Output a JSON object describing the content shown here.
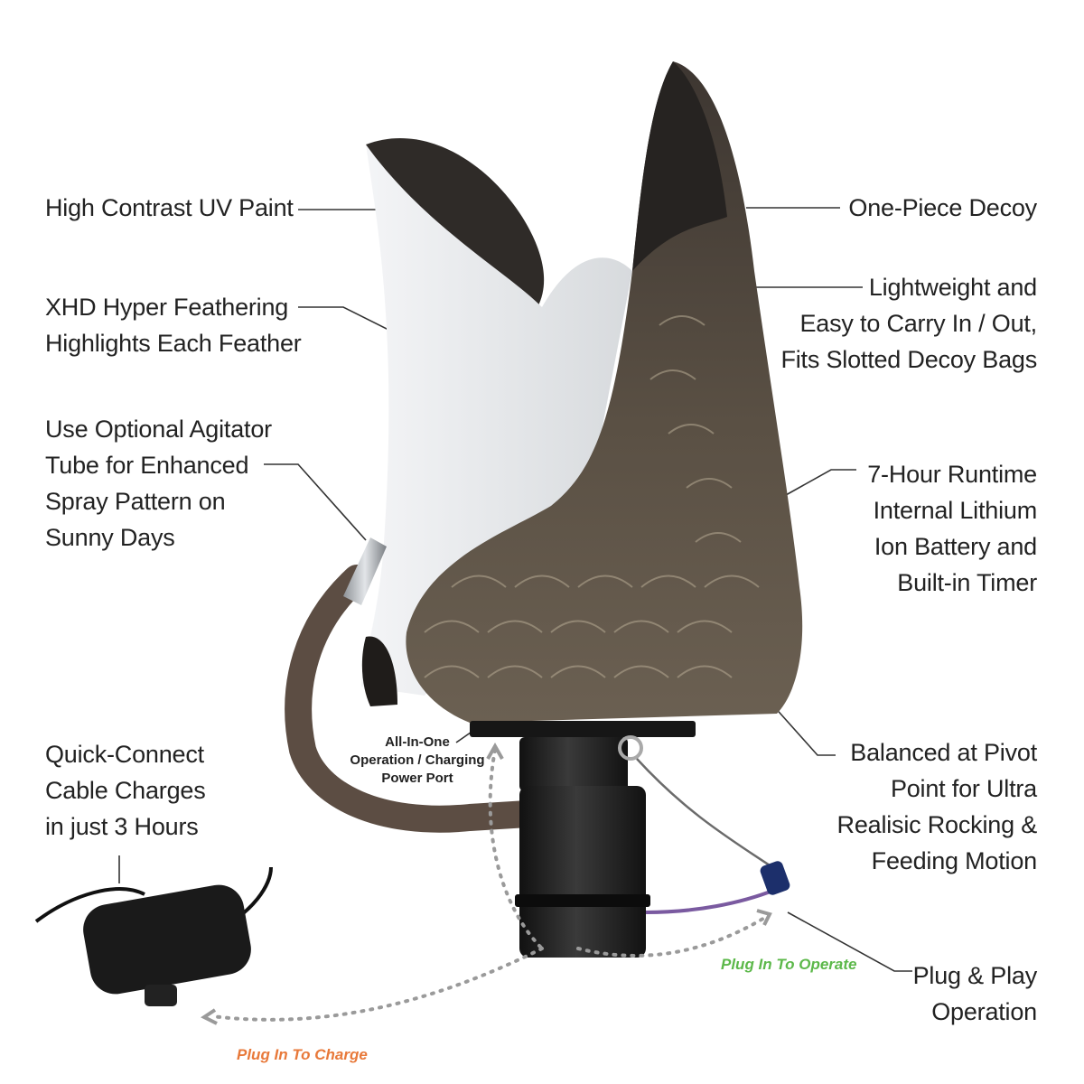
{
  "callouts": {
    "uv_paint": "High Contrast UV Paint",
    "hyper_feathering": "XHD Hyper Feathering\nHighlights Each Feather",
    "agitator_tube": "Use Optional Agitator\nTube for Enhanced\nSpray Pattern on\nSunny Days",
    "quick_connect": "Quick-Connect\nCable Charges\nin just 3 Hours",
    "one_piece": "One-Piece Decoy",
    "lightweight": "Lightweight and\nEasy to Carry In / Out,\nFits Slotted Decoy Bags",
    "runtime": "7-Hour Runtime\nInternal Lithium\nIon Battery and\nBuilt-in Timer",
    "balanced": "Balanced at Pivot\nPoint for Ultra\nRealisic Rocking &\nFeeding Motion",
    "plug_play": "Plug & Play\nOperation",
    "power_port": "All-In-One\nOperation / Charging\nPower Port"
  },
  "plug_labels": {
    "operate": "Plug In To Operate",
    "charge": "Plug In To Charge"
  },
  "colors": {
    "text": "#222222",
    "leader_line": "#333333",
    "operate_label": "#5cb84a",
    "charge_label": "#e8793a",
    "dotted_path": "#9a9a9a",
    "goose_white": "#e9ebee",
    "goose_dark": "#2f2b28",
    "goose_brown": "#5a5044",
    "motor_black": "#1c1c1c",
    "tube_brown": "#5c4d43"
  }
}
